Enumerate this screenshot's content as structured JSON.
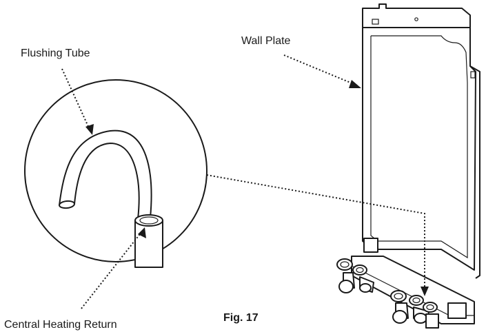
{
  "labels": {
    "flushing_tube": "Flushing Tube",
    "wall_plate": "Wall Plate",
    "central_heating_return": "Central Heating Return",
    "figure": "Fig. 17"
  }
}
